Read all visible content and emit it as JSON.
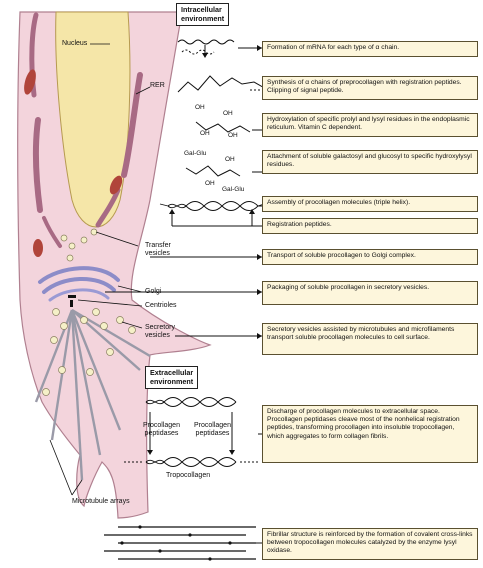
{
  "environment_labels": {
    "intracellular": "Intracellular\nenvironment",
    "extracellular": "Extracellular\nenvironment"
  },
  "cell_labels": {
    "nucleus": "Nucleus",
    "rer": "RER",
    "transfer_vesicles": "Transfer\nvesicles",
    "golgi": "Golgi",
    "centrioles": "Centrioles",
    "secretory_vesicles": "Secretory\nvesicles",
    "microtubule_arrays": "Microtubule arrays"
  },
  "molecule_labels": {
    "oh": "OH",
    "gal_glu": "Gal-Glu",
    "procollagen_peptidases": "Procollagen\npeptidases",
    "tropocollagen": "Tropocollagen"
  },
  "steps": [
    "Formation of mRNA for each type of α chain.",
    "Synthesis of α chains of preprocollagen with registration peptides. Clipping of signal peptide.",
    "Hydroxylation of specific prolyl and lysyl residues in the endoplasmic reticulum. Vitamin C dependent.",
    "Attachment of soluble galactosyl and glucosyl to specific hydroxylysyl residues.",
    "Assembly of procollagen molecules (triple helix).",
    "Registration peptides.",
    "Transport of soluble procollagen to Golgi complex.",
    "Packaging of soluble procollagen in secretory vesicles.",
    "Secretory vesicles assisted by microtubules and microfilaments transport soluble procollagen molecules to cell surface.",
    "Discharge of procollagen molecules to extracellular space. Procollagen peptidases cleave most of the nonhelical registration peptides, transforming procollagen into insoluble tropocollagen, which aggregates to form collagen fibrils.",
    "Fibrillar structure is reinforced by the formation of covalent cross-links between tropocollagen molecules catalyzed by the enzyme lysyl oxidase."
  ],
  "colors": {
    "cell": "#f3d4dc",
    "cell_outline": "#b08090",
    "nucleus": "#f5e6a8",
    "rer": "#a86a84",
    "mitochondria": "#b0443a",
    "golgi": "#8c8cc8",
    "vesicle": "#f5f0c8",
    "box": "#fdf6dc"
  }
}
